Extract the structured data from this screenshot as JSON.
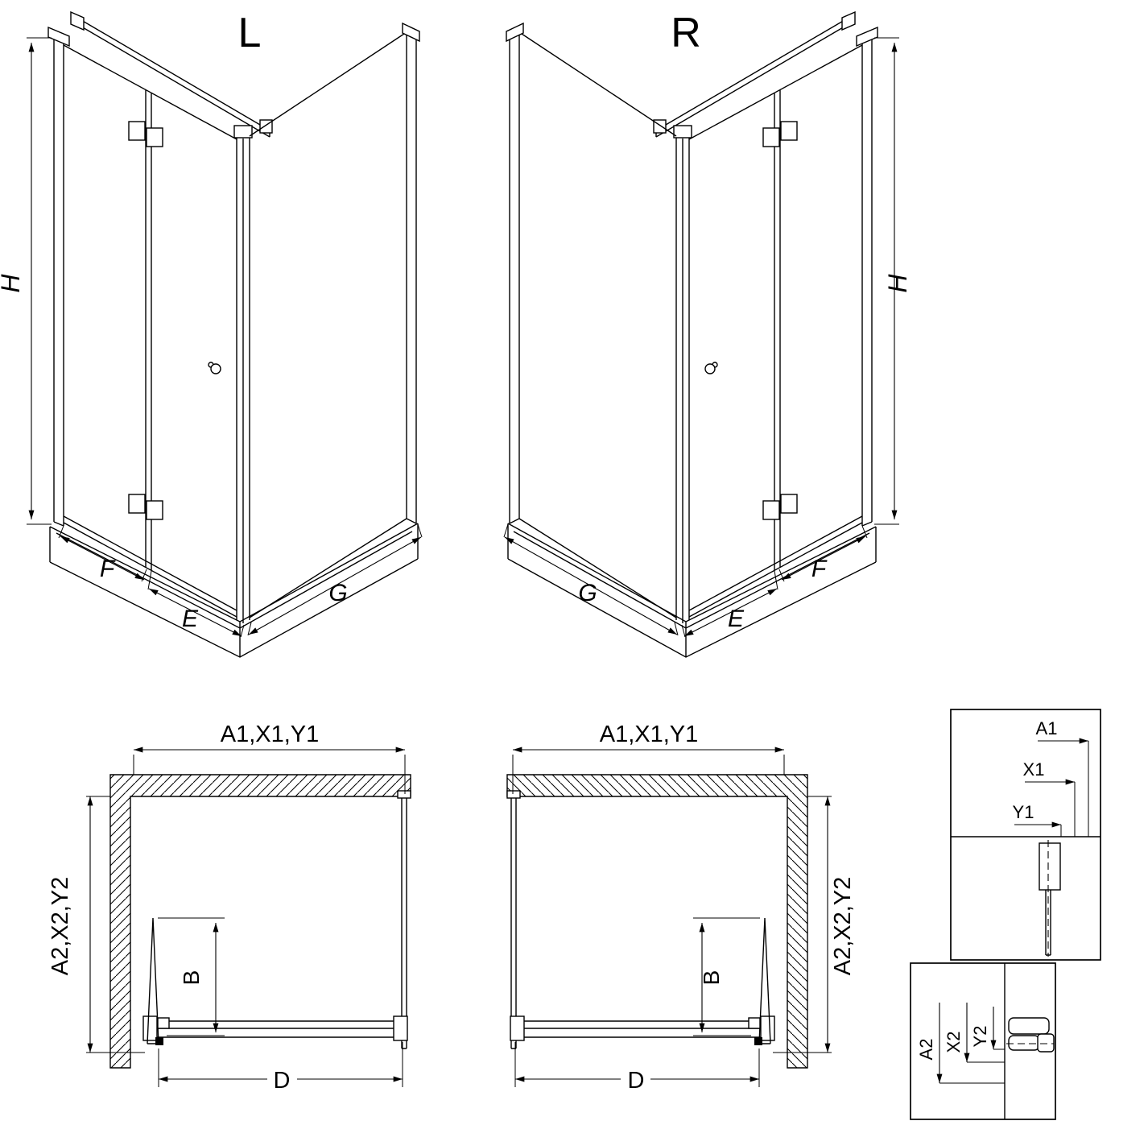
{
  "diagram": {
    "background": "#ffffff",
    "line_color": "#000000",
    "views": {
      "iso_left": {
        "label": "L",
        "h": "H",
        "f": "F",
        "e": "E",
        "g": "G"
      },
      "iso_right": {
        "label": "R",
        "h": "H",
        "f": "F",
        "e": "E",
        "g": "G"
      },
      "plan_left": {
        "top": "A1,X1,Y1",
        "side": "A2,X2,Y2",
        "b": "B",
        "d": "D"
      },
      "plan_right": {
        "top": "A1,X1,Y1",
        "side": "A2,X2,Y2",
        "b": "B",
        "d": "D"
      },
      "detail_top": {
        "a1": "A1",
        "x1": "X1",
        "y1": "Y1"
      },
      "detail_bottom": {
        "a2": "A2",
        "x2": "X2",
        "y2": "Y2"
      }
    }
  }
}
